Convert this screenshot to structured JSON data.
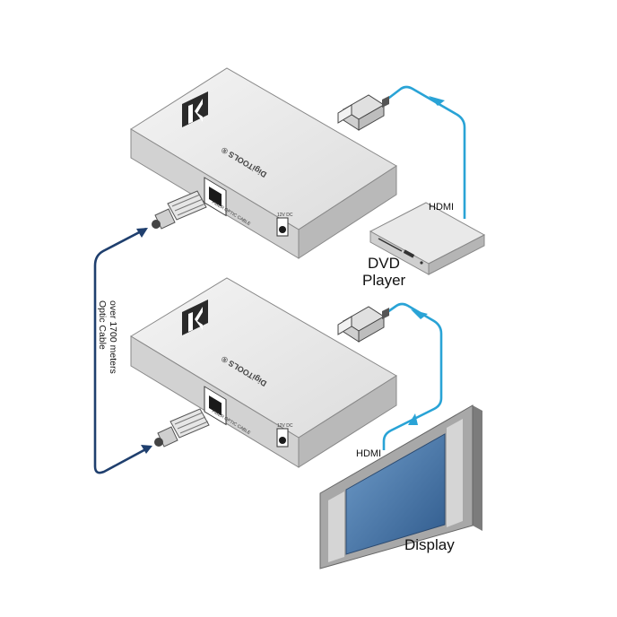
{
  "devices": {
    "brand": "DigiTOOLS ®",
    "fiber_port_label": "FIBER OPTIC CABLE",
    "power_label": "12V DC"
  },
  "labels": {
    "hdmi_top": "HDMI",
    "hdmi_bottom": "HDMI",
    "dvd_line1": "DVD",
    "dvd_line2": "Player",
    "optic_line1": "Optic Cable",
    "optic_line2": "over 1700 meters",
    "display": "Display"
  },
  "colors": {
    "hdmi_cable": "#29a3d6",
    "optic_cable": "#1f3f6e",
    "device_top": "#ececec",
    "device_front": "#d2d2d2",
    "device_side": "#b9b9b9",
    "display_frame": "#9a9a9a",
    "display_screen": "#3f6ea3"
  }
}
